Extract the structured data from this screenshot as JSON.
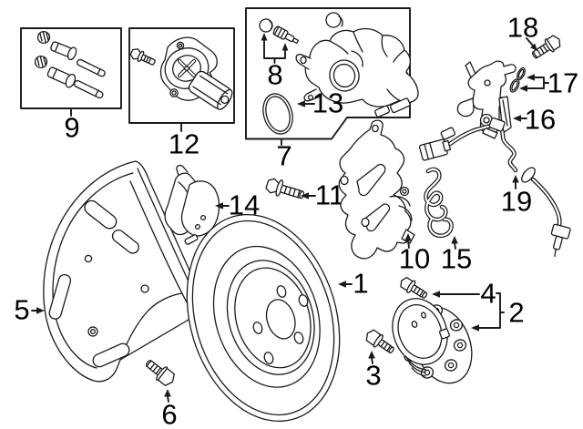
{
  "diagram": {
    "background": "#ffffff",
    "line_color": "#1a1a1a",
    "label_color": "#000000"
  },
  "callouts": [
    {
      "label": "1",
      "part": "brake-rotor"
    },
    {
      "label": "2",
      "part": "wheel-hub-bearing"
    },
    {
      "label": "3",
      "part": "hub-bolt-lower"
    },
    {
      "label": "4",
      "part": "hub-bolt-upper"
    },
    {
      "label": "5",
      "part": "brake-splash-shield"
    },
    {
      "label": "6",
      "part": "shield-bolt"
    },
    {
      "label": "7",
      "part": "brake-caliper-kit"
    },
    {
      "label": "8",
      "part": "bleeder-screw-and-cap"
    },
    {
      "label": "9",
      "part": "caliper-guide-pin-kit"
    },
    {
      "label": "10",
      "part": "caliper-anchor-bracket"
    },
    {
      "label": "11",
      "part": "bracket-guide-bolt"
    },
    {
      "label": "12",
      "part": "parking-brake-actuator"
    },
    {
      "label": "13",
      "part": "piston-seal-o-ring"
    },
    {
      "label": "14",
      "part": "brake-pads"
    },
    {
      "label": "15",
      "part": "retaining-spring-clip"
    },
    {
      "label": "16",
      "part": "cable-bracket"
    },
    {
      "label": "17",
      "part": "seal-rings"
    },
    {
      "label": "18",
      "part": "bracket-bolt"
    },
    {
      "label": "19",
      "part": "wheel-speed-sensor-harness"
    }
  ]
}
